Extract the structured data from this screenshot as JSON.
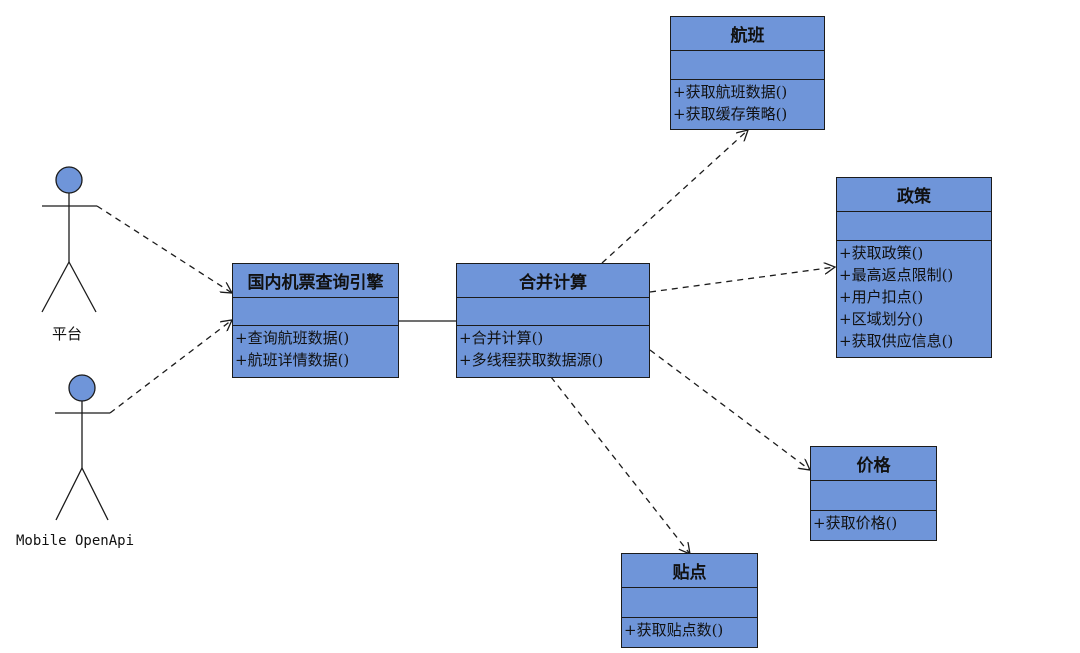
{
  "colors": {
    "class_fill": "#6f95d9",
    "line": "#1b1b1b",
    "actor_fill": "#6f95d9"
  },
  "actors": {
    "platform": {
      "label": "平台"
    },
    "mobile": {
      "label": "Mobile OpenApi"
    }
  },
  "classes": {
    "engine": {
      "name": "国内机票查询引擎",
      "operations": [
        "+查询航班数据()",
        "+航班详情数据()"
      ]
    },
    "merge": {
      "name": "合并计算",
      "operations": [
        "+合并计算()",
        "+多线程获取数据源()"
      ]
    },
    "flight": {
      "name": "航班",
      "operations": [
        "+获取航班数据()",
        "+获取缓存策略()"
      ]
    },
    "policy": {
      "name": "政策",
      "operations": [
        "+获取政策()",
        "+最高返点限制()",
        "+用户扣点()",
        "+区域划分()",
        "+获取供应信息()"
      ]
    },
    "price": {
      "name": "价格",
      "operations": [
        "+获取价格()"
      ]
    },
    "tiedian": {
      "name": "贴点",
      "operations": [
        "+获取贴点数()"
      ]
    }
  }
}
